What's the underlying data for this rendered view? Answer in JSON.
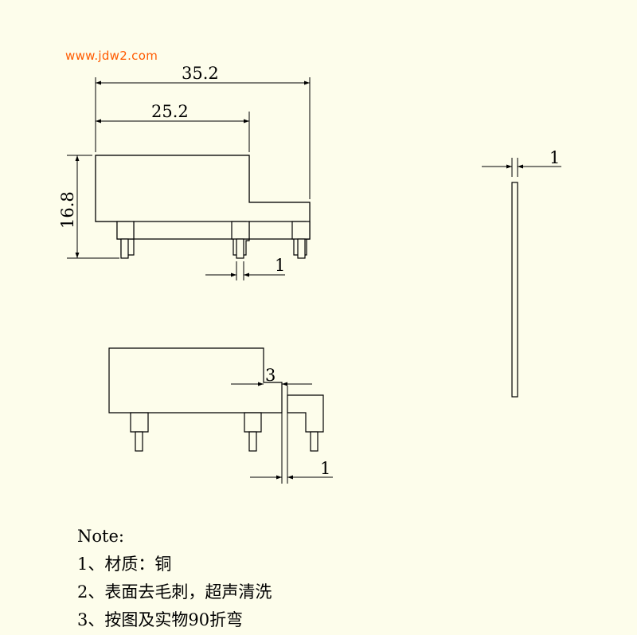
{
  "watermark": "www.jdw2.com",
  "dimensions": {
    "overall_width": "35.2",
    "upper_width": "25.2",
    "height": "16.8",
    "pin_width_bottom": "1",
    "thickness_side": "1",
    "gap_width": "3",
    "gap_pin_width": "1"
  },
  "notes": {
    "heading": "Note:",
    "items": [
      "1、材质：铜",
      "2、表面去毛刺，超声清洗",
      "3、按图及实物90折弯"
    ]
  },
  "colors": {
    "background": "#fdfdeb",
    "watermark": "#ff5a00",
    "lines": "#000000"
  }
}
